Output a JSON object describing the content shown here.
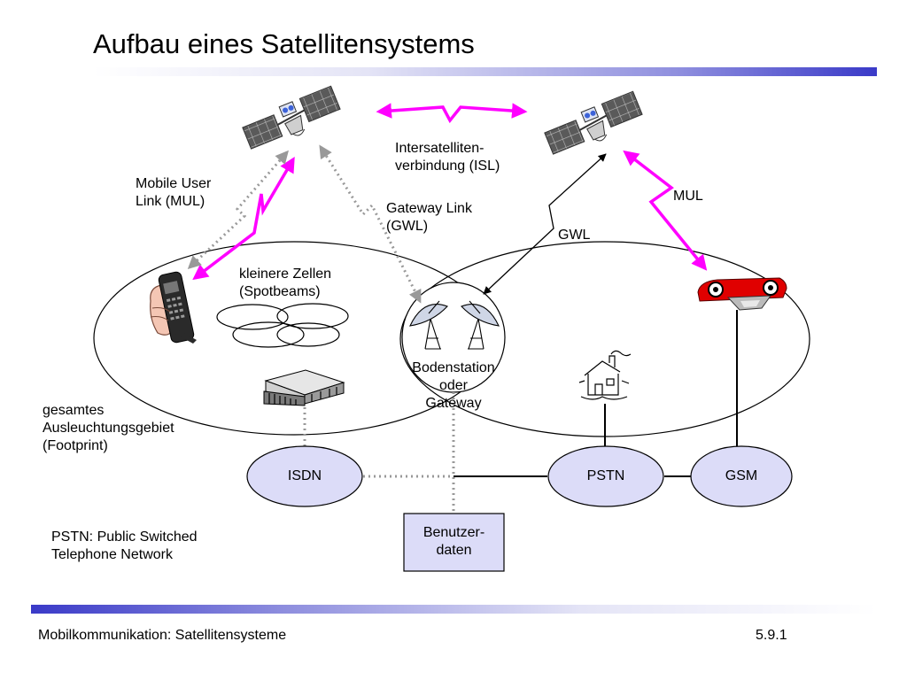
{
  "slide": {
    "title": "Aufbau eines Satellitensystems",
    "footer_left": "Mobilkommunikation: Satellitensysteme",
    "footer_right": "5.9.1"
  },
  "labels": {
    "isl": [
      "Intersatelliten-",
      "verbindung (ISL)"
    ],
    "mul_left": [
      "Mobile User",
      "Link (MUL)"
    ],
    "gwl_left": [
      "Gateway Link",
      "(GWL)"
    ],
    "mul_right": "MUL",
    "gwl_right": "GWL",
    "spotbeams": [
      "kleinere Zellen",
      "(Spotbeams)"
    ],
    "ground_station": [
      "Bodenstation",
      "oder",
      "Gateway"
    ],
    "footprint": [
      "gesamtes",
      "Ausleuchtungsgebiet",
      "(Footprint)"
    ],
    "pstn_note": [
      "PSTN: Public Switched",
      "Telephone Network"
    ]
  },
  "networks": {
    "isdn": "ISDN",
    "pstn": "PSTN",
    "gsm": "GSM",
    "user_data": [
      "Benutzer-",
      "daten"
    ]
  },
  "icons": {
    "satellite_left": "satellite-icon",
    "satellite_right": "satellite-icon",
    "handset": "mobile-phone-icon",
    "dishes": "ground-station-dish-icon",
    "building": "office-building-icon",
    "house": "house-icon",
    "car": "car-icon"
  },
  "colors": {
    "link_magenta": "#ff00ff",
    "network_fill": "#dcdcf8",
    "bar_blue": "#3a3ac8"
  }
}
